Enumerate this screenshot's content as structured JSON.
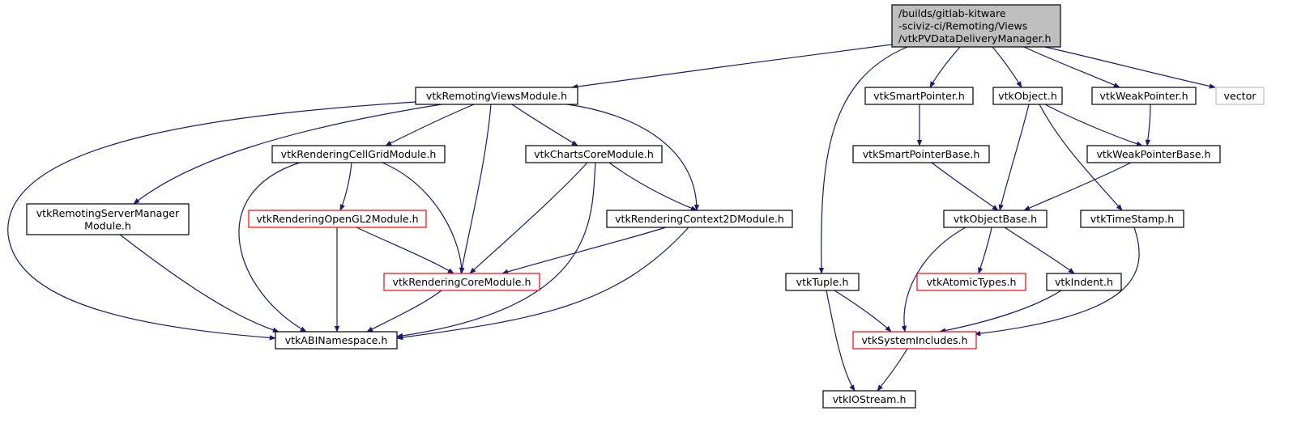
{
  "colors": {
    "edge": "#191970",
    "root_fill": "#bfbfbf",
    "node_border": "#000000",
    "unexpanded_border": "#ff0000",
    "external_border": "#bfbfbf",
    "text": "#000000"
  },
  "nodes": [
    {
      "id": "root",
      "lines": [
        "/builds/gitlab-kitware",
        "-sciviz-ci/Remoting/Views",
        "/vtkPVDataDeliveryManager.h"
      ],
      "style": "root"
    },
    {
      "id": "remotingviews",
      "lines": [
        "vtkRemotingViewsModule.h"
      ],
      "style": "normal"
    },
    {
      "id": "smartpointer",
      "lines": [
        "vtkSmartPointer.h"
      ],
      "style": "normal"
    },
    {
      "id": "object",
      "lines": [
        "vtkObject.h"
      ],
      "style": "normal"
    },
    {
      "id": "weakpointer",
      "lines": [
        "vtkWeakPointer.h"
      ],
      "style": "normal"
    },
    {
      "id": "vector",
      "lines": [
        "vector"
      ],
      "style": "external"
    },
    {
      "id": "cellgrid",
      "lines": [
        "vtkRenderingCellGridModule.h"
      ],
      "style": "normal"
    },
    {
      "id": "chartscore",
      "lines": [
        "vtkChartsCoreModule.h"
      ],
      "style": "normal"
    },
    {
      "id": "smartpointerbase",
      "lines": [
        "vtkSmartPointerBase.h"
      ],
      "style": "normal"
    },
    {
      "id": "weakpointerbase",
      "lines": [
        "vtkWeakPointerBase.h"
      ],
      "style": "normal"
    },
    {
      "id": "remotingsm",
      "lines": [
        "vtkRemotingServerManager",
        "Module.h"
      ],
      "style": "normal"
    },
    {
      "id": "opengl2",
      "lines": [
        "vtkRenderingOpenGL2Module.h"
      ],
      "style": "unexpanded"
    },
    {
      "id": "context2d",
      "lines": [
        "vtkRenderingContext2DModule.h"
      ],
      "style": "normal"
    },
    {
      "id": "objectbase",
      "lines": [
        "vtkObjectBase.h"
      ],
      "style": "normal"
    },
    {
      "id": "timestamp",
      "lines": [
        "vtkTimeStamp.h"
      ],
      "style": "normal"
    },
    {
      "id": "renderingcore",
      "lines": [
        "vtkRenderingCoreModule.h"
      ],
      "style": "unexpanded"
    },
    {
      "id": "tuple",
      "lines": [
        "vtkTuple.h"
      ],
      "style": "normal"
    },
    {
      "id": "atomictypes",
      "lines": [
        "vtkAtomicTypes.h"
      ],
      "style": "unexpanded"
    },
    {
      "id": "indent",
      "lines": [
        "vtkIndent.h"
      ],
      "style": "normal"
    },
    {
      "id": "abinamespace",
      "lines": [
        "vtkABINamespace.h"
      ],
      "style": "normal"
    },
    {
      "id": "systemincludes",
      "lines": [
        "vtkSystemIncludes.h"
      ],
      "style": "unexpanded"
    },
    {
      "id": "iostream",
      "lines": [
        "vtkIOStream.h"
      ],
      "style": "normal"
    }
  ],
  "edges": [
    {
      "from": "root",
      "to": "remotingviews"
    },
    {
      "from": "root",
      "to": "tuple"
    },
    {
      "from": "root",
      "to": "smartpointer"
    },
    {
      "from": "root",
      "to": "object"
    },
    {
      "from": "root",
      "to": "weakpointer"
    },
    {
      "from": "root",
      "to": "vector"
    },
    {
      "from": "remotingviews",
      "to": "abinamespace"
    },
    {
      "from": "remotingviews",
      "to": "remotingsm"
    },
    {
      "from": "remotingviews",
      "to": "cellgrid"
    },
    {
      "from": "remotingviews",
      "to": "renderingcore"
    },
    {
      "from": "remotingviews",
      "to": "chartscore"
    },
    {
      "from": "remotingviews",
      "to": "context2d"
    },
    {
      "from": "cellgrid",
      "to": "abinamespace"
    },
    {
      "from": "cellgrid",
      "to": "opengl2"
    },
    {
      "from": "cellgrid",
      "to": "renderingcore"
    },
    {
      "from": "chartscore",
      "to": "renderingcore"
    },
    {
      "from": "chartscore",
      "to": "abinamespace"
    },
    {
      "from": "chartscore",
      "to": "context2d"
    },
    {
      "from": "remotingsm",
      "to": "abinamespace"
    },
    {
      "from": "opengl2",
      "to": "abinamespace"
    },
    {
      "from": "opengl2",
      "to": "renderingcore"
    },
    {
      "from": "context2d",
      "to": "renderingcore"
    },
    {
      "from": "context2d",
      "to": "abinamespace"
    },
    {
      "from": "renderingcore",
      "to": "abinamespace"
    },
    {
      "from": "smartpointer",
      "to": "smartpointerbase"
    },
    {
      "from": "smartpointerbase",
      "to": "objectbase"
    },
    {
      "from": "object",
      "to": "objectbase"
    },
    {
      "from": "object",
      "to": "weakpointerbase"
    },
    {
      "from": "object",
      "to": "timestamp"
    },
    {
      "from": "weakpointer",
      "to": "weakpointerbase"
    },
    {
      "from": "weakpointerbase",
      "to": "objectbase"
    },
    {
      "from": "objectbase",
      "to": "systemincludes"
    },
    {
      "from": "objectbase",
      "to": "atomictypes"
    },
    {
      "from": "objectbase",
      "to": "indent"
    },
    {
      "from": "timestamp",
      "to": "systemincludes"
    },
    {
      "from": "indent",
      "to": "systemincludes"
    },
    {
      "from": "tuple",
      "to": "systemincludes"
    },
    {
      "from": "tuple",
      "to": "iostream"
    },
    {
      "from": "systemincludes",
      "to": "iostream"
    }
  ]
}
